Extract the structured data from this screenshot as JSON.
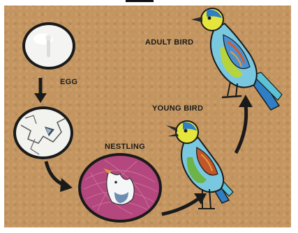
{
  "stages": {
    "egg": "EGG",
    "nestling": "NESTLING",
    "young_bird": "YOUNG BIRD",
    "adult_bird": "ADULT BIRD"
  }
}
